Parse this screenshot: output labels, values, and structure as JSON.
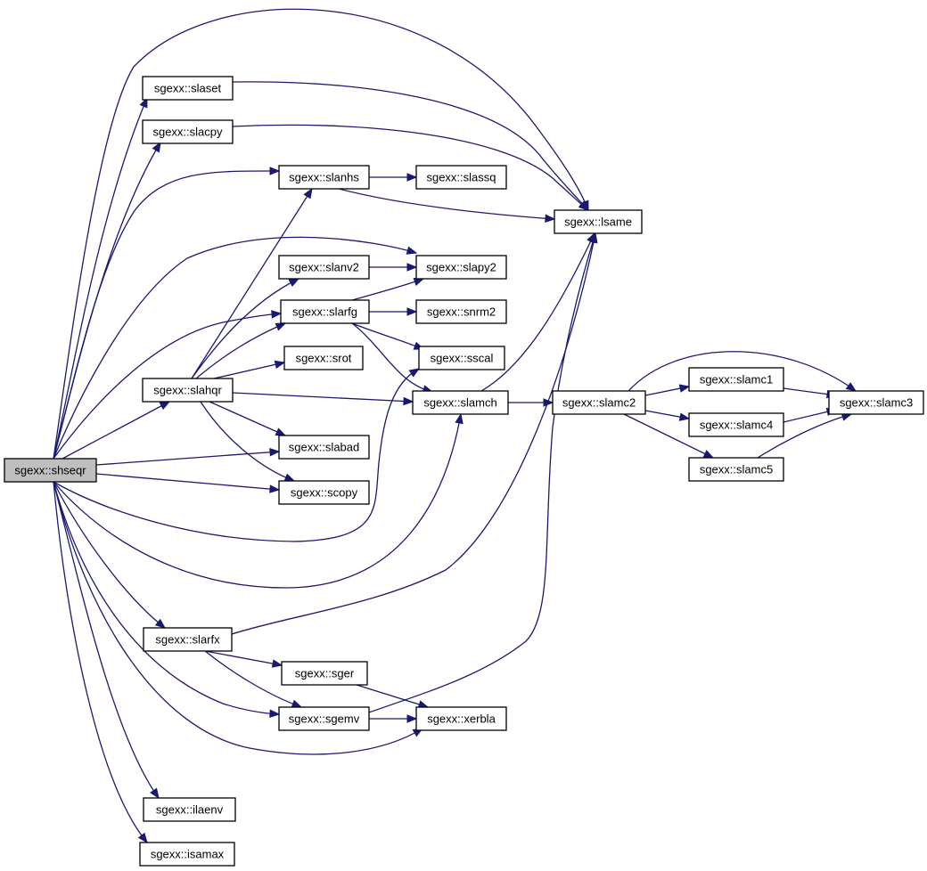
{
  "graph": {
    "title": "",
    "edge_color": "#191970",
    "root_fill": "#bfbfbf",
    "nodes": [
      {
        "id": "shseqr",
        "label": "sgexx::shseqr",
        "root": true
      },
      {
        "id": "slaset",
        "label": "sgexx::slaset"
      },
      {
        "id": "slacpy",
        "label": "sgexx::slacpy"
      },
      {
        "id": "slanhs",
        "label": "sgexx::slanhs"
      },
      {
        "id": "slassq",
        "label": "sgexx::slassq"
      },
      {
        "id": "lsame",
        "label": "sgexx::lsame"
      },
      {
        "id": "slanv2",
        "label": "sgexx::slanv2"
      },
      {
        "id": "slapy2",
        "label": "sgexx::slapy2"
      },
      {
        "id": "slarfg",
        "label": "sgexx::slarfg"
      },
      {
        "id": "snrm2",
        "label": "sgexx::snrm2"
      },
      {
        "id": "srot",
        "label": "sgexx::srot"
      },
      {
        "id": "sscal",
        "label": "sgexx::sscal"
      },
      {
        "id": "slahqr",
        "label": "sgexx::slahqr"
      },
      {
        "id": "slamch",
        "label": "sgexx::slamch"
      },
      {
        "id": "slamc2",
        "label": "sgexx::slamc2"
      },
      {
        "id": "slamc1",
        "label": "sgexx::slamc1"
      },
      {
        "id": "slamc3",
        "label": "sgexx::slamc3"
      },
      {
        "id": "slamc4",
        "label": "sgexx::slamc4"
      },
      {
        "id": "slamc5",
        "label": "sgexx::slamc5"
      },
      {
        "id": "slabad",
        "label": "sgexx::slabad"
      },
      {
        "id": "scopy",
        "label": "sgexx::scopy"
      },
      {
        "id": "slarfx",
        "label": "sgexx::slarfx"
      },
      {
        "id": "sger",
        "label": "sgexx::sger"
      },
      {
        "id": "sgemv",
        "label": "sgexx::sgemv"
      },
      {
        "id": "xerbla",
        "label": "sgexx::xerbla"
      },
      {
        "id": "ilaenv",
        "label": "sgexx::ilaenv"
      },
      {
        "id": "isamax",
        "label": "sgexx::isamax"
      }
    ],
    "edges": [
      {
        "from": "shseqr",
        "to": "slaset"
      },
      {
        "from": "shseqr",
        "to": "slacpy"
      },
      {
        "from": "shseqr",
        "to": "slanhs"
      },
      {
        "from": "shseqr",
        "to": "lsame"
      },
      {
        "from": "shseqr",
        "to": "slapy2"
      },
      {
        "from": "shseqr",
        "to": "slarfg"
      },
      {
        "from": "shseqr",
        "to": "slahqr"
      },
      {
        "from": "shseqr",
        "to": "slabad"
      },
      {
        "from": "shseqr",
        "to": "scopy"
      },
      {
        "from": "shseqr",
        "to": "sscal"
      },
      {
        "from": "shseqr",
        "to": "slamch"
      },
      {
        "from": "shseqr",
        "to": "slarfx"
      },
      {
        "from": "shseqr",
        "to": "sgemv"
      },
      {
        "from": "shseqr",
        "to": "xerbla"
      },
      {
        "from": "shseqr",
        "to": "ilaenv"
      },
      {
        "from": "shseqr",
        "to": "isamax"
      },
      {
        "from": "slaset",
        "to": "lsame"
      },
      {
        "from": "slacpy",
        "to": "lsame"
      },
      {
        "from": "slanhs",
        "to": "slassq"
      },
      {
        "from": "slanhs",
        "to": "lsame"
      },
      {
        "from": "slanv2",
        "to": "slapy2"
      },
      {
        "from": "slarfg",
        "to": "slapy2"
      },
      {
        "from": "slarfg",
        "to": "snrm2"
      },
      {
        "from": "slarfg",
        "to": "sscal"
      },
      {
        "from": "slarfg",
        "to": "slamch"
      },
      {
        "from": "slahqr",
        "to": "slanhs"
      },
      {
        "from": "slahqr",
        "to": "slanv2"
      },
      {
        "from": "slahqr",
        "to": "slarfg"
      },
      {
        "from": "slahqr",
        "to": "srot"
      },
      {
        "from": "slahqr",
        "to": "slamch"
      },
      {
        "from": "slahqr",
        "to": "slabad"
      },
      {
        "from": "slahqr",
        "to": "scopy"
      },
      {
        "from": "slamch",
        "to": "lsame"
      },
      {
        "from": "slamch",
        "to": "slamc2"
      },
      {
        "from": "slamc2",
        "to": "slamc1"
      },
      {
        "from": "slamc2",
        "to": "slamc3"
      },
      {
        "from": "slamc2",
        "to": "slamc4"
      },
      {
        "from": "slamc2",
        "to": "slamc5"
      },
      {
        "from": "slamc1",
        "to": "slamc3"
      },
      {
        "from": "slamc4",
        "to": "slamc3"
      },
      {
        "from": "slamc5",
        "to": "slamc3"
      },
      {
        "from": "slarfx",
        "to": "lsame"
      },
      {
        "from": "slarfx",
        "to": "sger"
      },
      {
        "from": "slarfx",
        "to": "sgemv"
      },
      {
        "from": "sger",
        "to": "xerbla"
      },
      {
        "from": "sgemv",
        "to": "lsame"
      },
      {
        "from": "sgemv",
        "to": "xerbla"
      }
    ]
  }
}
